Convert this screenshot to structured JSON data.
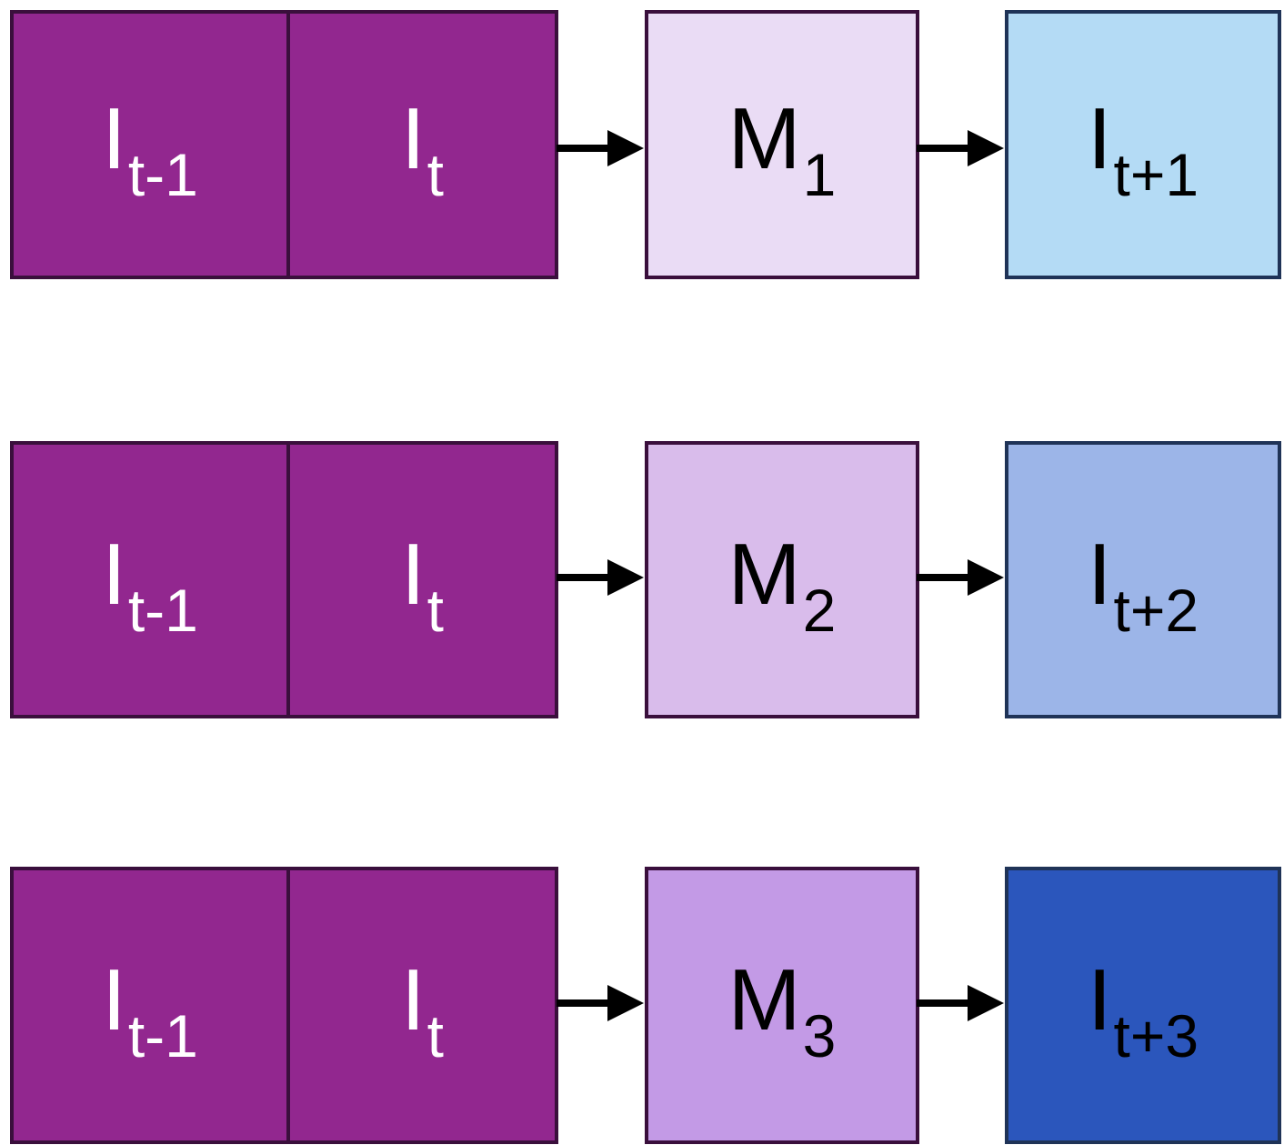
{
  "rows": [
    {
      "input_prev": {
        "main": "I",
        "sub": "t-1"
      },
      "input_curr": {
        "main": "I",
        "sub": "t"
      },
      "model": {
        "main": "M",
        "sub": "1"
      },
      "output": {
        "main": "I",
        "sub": "t+1"
      }
    },
    {
      "input_prev": {
        "main": "I",
        "sub": "t-1"
      },
      "input_curr": {
        "main": "I",
        "sub": "t"
      },
      "model": {
        "main": "M",
        "sub": "2"
      },
      "output": {
        "main": "I",
        "sub": "t+2"
      }
    },
    {
      "input_prev": {
        "main": "I",
        "sub": "t-1"
      },
      "input_curr": {
        "main": "I",
        "sub": "t"
      },
      "model": {
        "main": "M",
        "sub": "3"
      },
      "output": {
        "main": "I",
        "sub": "t+3"
      }
    }
  ],
  "colors": {
    "input_fill": "#92278f",
    "input_border": "#3a0f3c",
    "model_fills": [
      "#eadcf5",
      "#d9bceb",
      "#c39ae6"
    ],
    "output_fills": [
      "#b4dbf5",
      "#9cb5e8",
      "#2b56bc"
    ],
    "output_border": "#1f3357",
    "arrow": "#000000"
  }
}
